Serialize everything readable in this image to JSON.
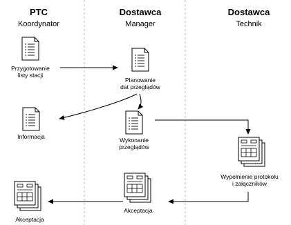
{
  "columns": [
    {
      "org": "PTC",
      "role": "Koordynator"
    },
    {
      "org": "Dostawca",
      "role": "Manager"
    },
    {
      "org": "Dostawca",
      "role": "Technik"
    }
  ],
  "nodes": {
    "prep": [
      "Przygotowanie",
      "listy stacji"
    ],
    "plan": [
      "Planowanie",
      "dat przeglądów"
    ],
    "info": [
      "Informacja"
    ],
    "exec": [
      "Wykonanie",
      "przeglądów"
    ],
    "protocol": [
      "Wypełnienie protokołu",
      "i załączników"
    ],
    "accept_mgr": [
      "Akceptacja"
    ],
    "accept_ptc": [
      "Akceptacja"
    ]
  },
  "icons": {
    "single_doc": "list-document-icon",
    "stack": "form-document-stack-icon"
  },
  "colors": {
    "lane_divider": "#f3a5b3",
    "stroke": "#000000"
  }
}
